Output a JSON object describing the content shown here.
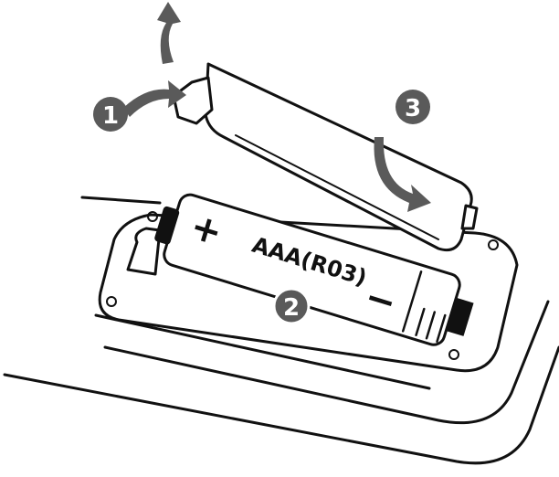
{
  "diagram": {
    "battery_label": "AAA(R03)",
    "battery_plus": "+",
    "battery_minus": "−",
    "steps": [
      {
        "number": "1"
      },
      {
        "number": "2"
      },
      {
        "number": "3"
      }
    ],
    "colors": {
      "badge": "#5a5a5a",
      "arrow": "#5a5a5a",
      "line": "#111111"
    }
  }
}
